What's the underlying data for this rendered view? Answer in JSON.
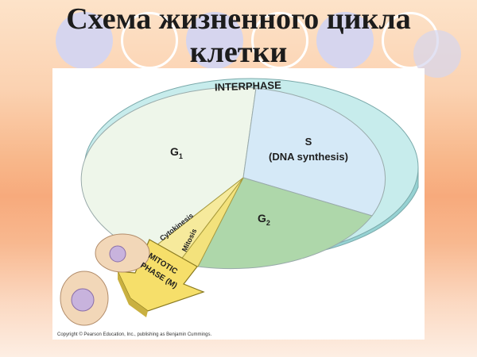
{
  "slide": {
    "title_line1": "Схема жизненного цикла",
    "title_line2": "клетки"
  },
  "diagram": {
    "ring_label": "INTERPHASE",
    "g1": {
      "main": "G",
      "sub": "1"
    },
    "s": {
      "line1": "S",
      "line2": "(DNA synthesis)"
    },
    "g2": {
      "main": "G",
      "sub": "2"
    },
    "cytokinesis": "Cytokinesis",
    "mitosis": "Mitosis",
    "mitotic_line1": "MITOTIC",
    "mitotic_line2": "PHASE (M)",
    "copyright": "Copyright © Pearson Education, Inc., publishing as Benjamin Cummings."
  },
  "colors": {
    "g1": "#eef6ea",
    "s": "#d5e9f7",
    "g2": "#aed7aa",
    "ring_top": "#c7ecec",
    "ring_side": "#96d2d3",
    "mitotic": "#f3e27c",
    "arrow": "#f6df6a"
  }
}
